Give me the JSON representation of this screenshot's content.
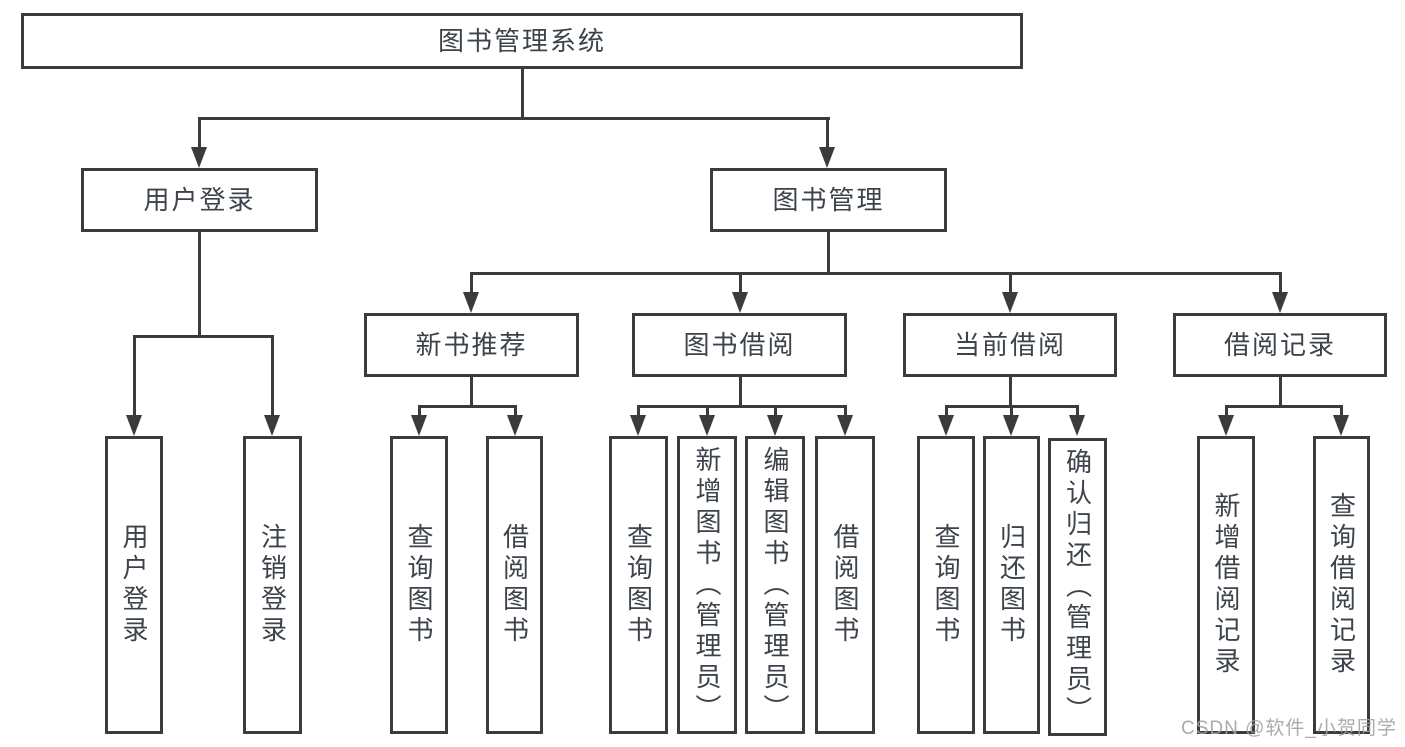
{
  "diagram": {
    "type": "hierarchy-tree",
    "title": "图书管理系统",
    "watermark": "CSDN @软件_小贺同学",
    "colors": {
      "line": "#3b3b3b",
      "text": "#3d434b",
      "background": "#ffffff",
      "watermark": "#a2a2a2"
    }
  },
  "nodes": {
    "root": {
      "label": "图书管理系统"
    },
    "user_login": {
      "label": "用户登录"
    },
    "book_mgmt": {
      "label": "图书管理"
    },
    "new_books": {
      "label": "新书推荐"
    },
    "book_borrow": {
      "label": "图书借阅"
    },
    "current_borrow": {
      "label": "当前借阅"
    },
    "borrow_records": {
      "label": "借阅记录"
    },
    "leaf_user_login": {
      "label": "用户登录"
    },
    "leaf_logout": {
      "label": "注销登录"
    },
    "leaf_nb_query": {
      "label": "查询图书"
    },
    "leaf_nb_borrow": {
      "label": "借阅图书"
    },
    "leaf_bb_query": {
      "label": "查询图书"
    },
    "leaf_bb_add": {
      "label": "新增图书（管理员）"
    },
    "leaf_bb_edit": {
      "label": "编辑图书（管理员）"
    },
    "leaf_bb_borrow": {
      "label": "借阅图书"
    },
    "leaf_cb_query": {
      "label": "查询图书"
    },
    "leaf_cb_return": {
      "label": "归还图书"
    },
    "leaf_cb_confirm": {
      "label": "确认归还（管理员）"
    },
    "leaf_br_add": {
      "label": "新增借阅记录"
    },
    "leaf_br_query": {
      "label": "查询借阅记录"
    }
  },
  "edges": [
    {
      "from": "root",
      "to": [
        "user_login",
        "book_mgmt"
      ]
    },
    {
      "from": "user_login",
      "to": [
        "leaf_user_login",
        "leaf_logout"
      ]
    },
    {
      "from": "book_mgmt",
      "to": [
        "new_books",
        "book_borrow",
        "current_borrow",
        "borrow_records"
      ]
    },
    {
      "from": "new_books",
      "to": [
        "leaf_nb_query",
        "leaf_nb_borrow"
      ]
    },
    {
      "from": "book_borrow",
      "to": [
        "leaf_bb_query",
        "leaf_bb_add",
        "leaf_bb_edit",
        "leaf_bb_borrow"
      ]
    },
    {
      "from": "current_borrow",
      "to": [
        "leaf_cb_query",
        "leaf_cb_return",
        "leaf_cb_confirm"
      ]
    },
    {
      "from": "borrow_records",
      "to": [
        "leaf_br_add",
        "leaf_br_query"
      ]
    }
  ]
}
